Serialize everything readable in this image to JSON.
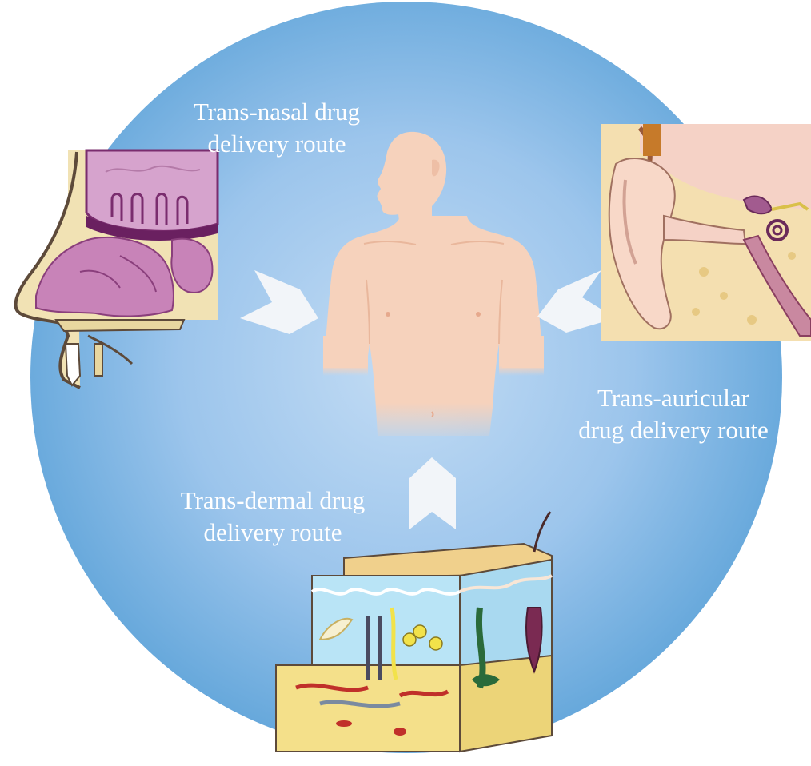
{
  "routes": {
    "nasal": {
      "label_line1": "Trans-nasal drug",
      "label_line2": "delivery route"
    },
    "auricular": {
      "label_line1": "Trans-auricular",
      "label_line2": "drug delivery route"
    },
    "dermal": {
      "label_line1": "Trans-dermal drug",
      "label_line2": "delivery route"
    }
  },
  "colors": {
    "circle_center": "#b9d5f1",
    "circle_edge": "#5fa4d9",
    "body_skin": "#f6d2bc",
    "arrow": "#f2f5f9",
    "mucosa": "#c883b8",
    "bone": "#f1e2b4",
    "skin_layer": "#b9e4f6"
  },
  "icons": {
    "center": "human-torso-icon",
    "nasal": "nasal-cavity-illustration",
    "auricular": "ear-anatomy-illustration",
    "dermal": "skin-cross-section-illustration"
  }
}
